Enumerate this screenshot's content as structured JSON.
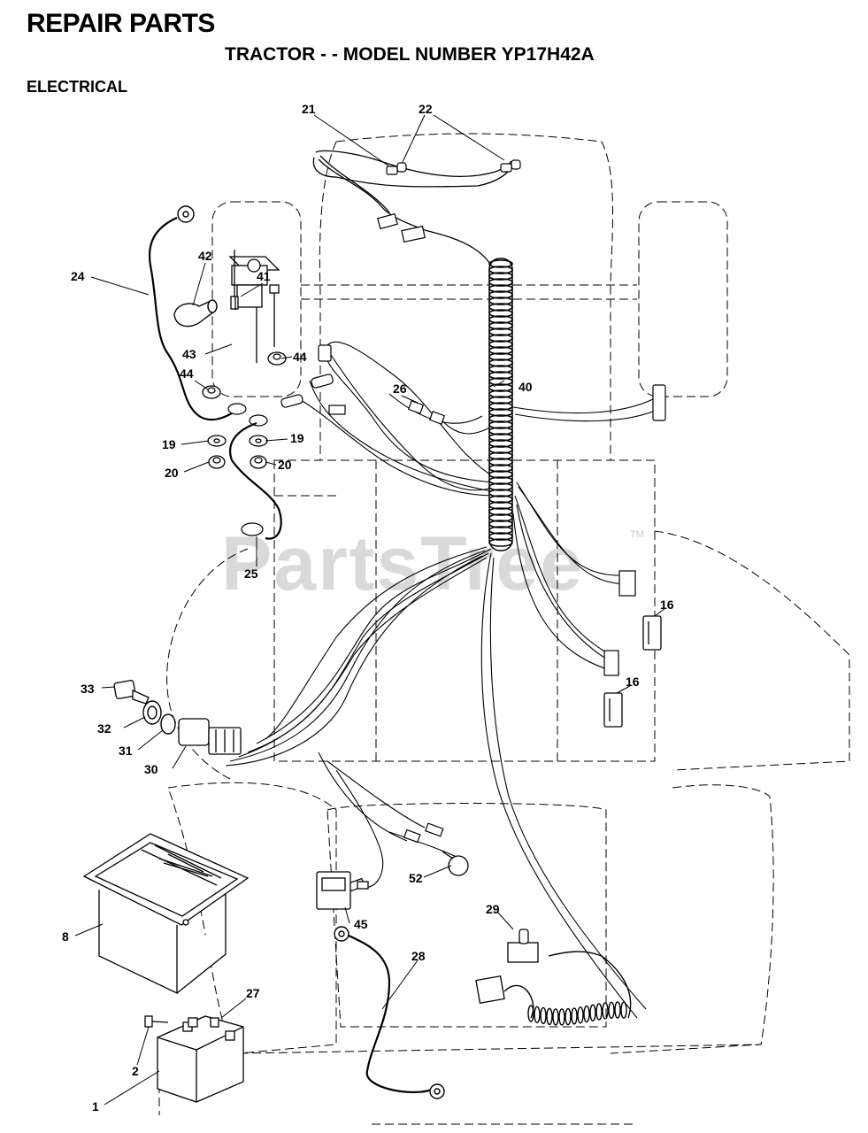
{
  "header": {
    "title": "REPAIR PARTS",
    "subtitle": "TRACTOR - - MODEL NUMBER YP17H42A",
    "section": "ELECTRICAL"
  },
  "watermark": {
    "text": "PartsTree",
    "tm": "TM"
  },
  "callouts": [
    {
      "id": "21",
      "label": "21"
    },
    {
      "id": "22",
      "label": "22"
    },
    {
      "id": "24",
      "label": "24"
    },
    {
      "id": "42",
      "label": "42"
    },
    {
      "id": "41",
      "label": "41"
    },
    {
      "id": "43",
      "label": "43"
    },
    {
      "id": "44a",
      "label": "44"
    },
    {
      "id": "44b",
      "label": "44"
    },
    {
      "id": "26",
      "label": "26"
    },
    {
      "id": "40",
      "label": "40"
    },
    {
      "id": "19a",
      "label": "19"
    },
    {
      "id": "19b",
      "label": "19"
    },
    {
      "id": "20a",
      "label": "20"
    },
    {
      "id": "20b",
      "label": "20"
    },
    {
      "id": "25",
      "label": "25"
    },
    {
      "id": "16a",
      "label": "16"
    },
    {
      "id": "16b",
      "label": "16"
    },
    {
      "id": "33",
      "label": "33"
    },
    {
      "id": "32",
      "label": "32"
    },
    {
      "id": "31",
      "label": "31"
    },
    {
      "id": "30",
      "label": "30"
    },
    {
      "id": "8",
      "label": "8"
    },
    {
      "id": "52",
      "label": "52"
    },
    {
      "id": "45",
      "label": "45"
    },
    {
      "id": "29",
      "label": "29"
    },
    {
      "id": "28",
      "label": "28"
    },
    {
      "id": "27",
      "label": "27"
    },
    {
      "id": "2",
      "label": "2"
    },
    {
      "id": "1",
      "label": "1"
    }
  ]
}
